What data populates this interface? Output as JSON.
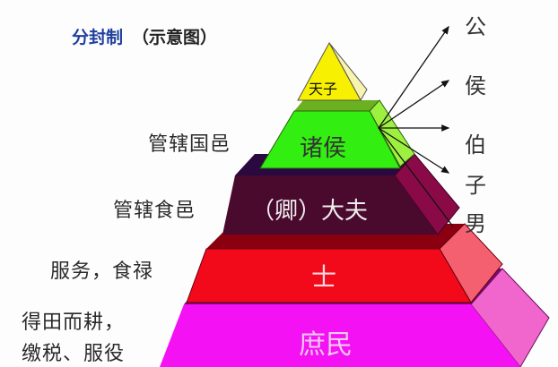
{
  "title": {
    "main": "分封制",
    "sub": "（示意图）"
  },
  "colors": {
    "tianzi": "#f7f000",
    "zhuhou": "#33ee11",
    "qingdafu": "#4a0a2e",
    "shi": "#f20a1a",
    "shumin": "#f411f4",
    "title_blue": "#1f3f9f"
  },
  "tiers": [
    {
      "name": "天子",
      "duty": ""
    },
    {
      "name": "诸侯",
      "duty": "管辖国邑"
    },
    {
      "name": "（卿）大夫",
      "duty": "管辖食邑"
    },
    {
      "name": "士",
      "duty": "服务，食禄"
    },
    {
      "name": "庶民",
      "duty_line1": "得田而耕，",
      "duty_line2": "缴税、服役"
    }
  ],
  "nobility_ranks": [
    "公",
    "侯",
    "伯",
    "子",
    "男"
  ]
}
